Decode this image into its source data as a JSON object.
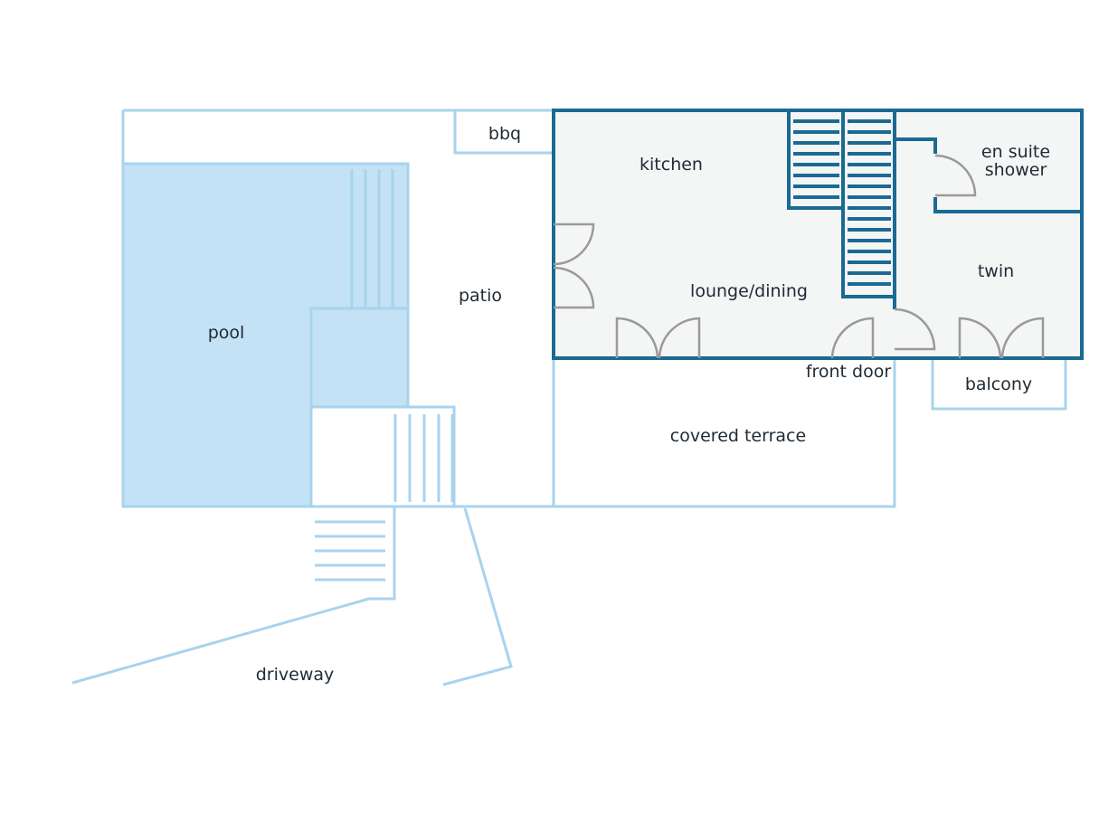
{
  "floorplan": {
    "colors": {
      "outline_light": "#a9d3ec",
      "outline_dark": "#1a6a93",
      "pool_fill": "#c3e2f5",
      "interior_fill": "#f4f5f5",
      "door_gray": "#9a9a9a",
      "text": "#1f2a33"
    },
    "labels": {
      "bbq": "bbq",
      "kitchen": "kitchen",
      "en_suite_shower_line1": "en suite",
      "en_suite_shower_line2": "shower",
      "patio": "patio",
      "pool": "pool",
      "lounge_dining": "lounge/dining",
      "twin": "twin",
      "front_door": "front door",
      "balcony": "balcony",
      "covered_terrace": "covered terrace",
      "driveway": "driveway"
    }
  }
}
